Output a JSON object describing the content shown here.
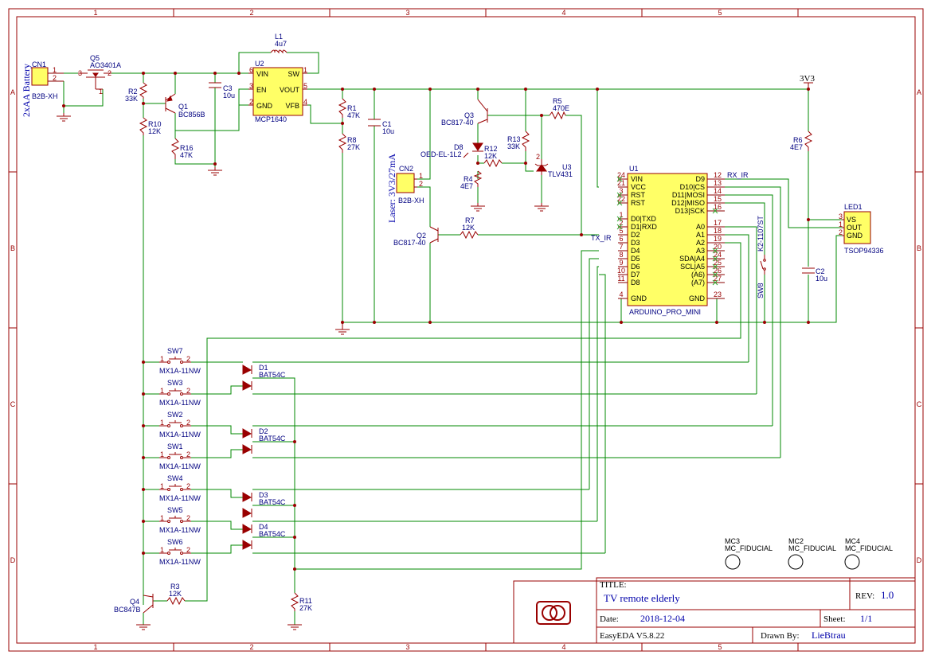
{
  "frame": {
    "cols": [
      "1",
      "2",
      "3",
      "4",
      "5"
    ],
    "rows": [
      "A",
      "B",
      "C",
      "D"
    ]
  },
  "title_block": {
    "title_label": "TITLE:",
    "title": "TV remote elderly",
    "rev_label": "REV:",
    "rev": "1.0",
    "date_label": "Date:",
    "date": "2018-12-04",
    "sheet_label": "Sheet:",
    "sheet": "1/1",
    "tool": "EasyEDA V5.8.22",
    "drawn_label": "Drawn By:",
    "drawn_by": "LieBtrau"
  },
  "notes": {
    "battery": "2xAA Battery",
    "laser": "Laser: 3V3/27mA"
  },
  "nets": {
    "v33": "3V3",
    "rx_ir": "RX_IR",
    "tx_ir": "TX_IR"
  },
  "parts": {
    "cn1": {
      "ref": "CN1",
      "val": "B2B-XH"
    },
    "q5": {
      "ref": "Q5",
      "val": "AO3401A"
    },
    "l1": {
      "ref": "L1",
      "val": "4u7"
    },
    "u2": {
      "ref": "U2",
      "val": "MCP1640",
      "pins": {
        "vin": "VIN",
        "sw": "SW",
        "en": "EN",
        "vout": "VOUT",
        "gnd": "GND",
        "vfb": "VFB"
      }
    },
    "r2": {
      "ref": "R2",
      "val": "33K"
    },
    "q1": {
      "ref": "Q1",
      "val": "BC856B"
    },
    "c3": {
      "ref": "C3",
      "val": "10u"
    },
    "r10": {
      "ref": "R10",
      "val": "12K"
    },
    "r16": {
      "ref": "R16",
      "val": "47K"
    },
    "r1": {
      "ref": "R1",
      "val": "47K"
    },
    "r8": {
      "ref": "R8",
      "val": "27K"
    },
    "c1": {
      "ref": "C1",
      "val": "10u"
    },
    "cn2": {
      "ref": "CN2",
      "val": "B2B-XH"
    },
    "q3": {
      "ref": "Q3",
      "val": "BC817-40"
    },
    "d8": {
      "ref": "D8",
      "val": "OED-EL-1L2"
    },
    "r12": {
      "ref": "R12",
      "val": "12K"
    },
    "r4": {
      "ref": "R4",
      "val": "4E7"
    },
    "r13": {
      "ref": "R13",
      "val": "33K"
    },
    "r5": {
      "ref": "R5",
      "val": "470E"
    },
    "u3": {
      "ref": "U3",
      "val": "TLV431"
    },
    "q2": {
      "ref": "Q2",
      "val": "BC817-40"
    },
    "r7": {
      "ref": "R7",
      "val": "12K"
    },
    "u1": {
      "ref": "U1",
      "val": "ARDUINO_PRO_MINI"
    },
    "r6": {
      "ref": "R6",
      "val": "4E7"
    },
    "c2": {
      "ref": "C2",
      "val": "10u"
    },
    "led1": {
      "ref": "LED1",
      "val": "TSOP94336",
      "pins": {
        "vs": "VS",
        "out": "OUT",
        "gnd": "GND"
      }
    },
    "sw8": {
      "ref": "SW8",
      "val": "K2-1107ST"
    },
    "d1": {
      "ref": "D1",
      "val": "BAT54C"
    },
    "d2": {
      "ref": "D2",
      "val": "BAT54C"
    },
    "d3": {
      "ref": "D3",
      "val": "BAT54C"
    },
    "d4": {
      "ref": "D4",
      "val": "BAT54C"
    },
    "q4": {
      "ref": "Q4",
      "val": "BC847B"
    },
    "r3": {
      "ref": "R3",
      "val": "12K"
    },
    "r11": {
      "ref": "R11",
      "val": "27K"
    },
    "mc3": {
      "ref": "MC3",
      "val": "MC_FIDUCIAL"
    },
    "mc2": {
      "ref": "MC2",
      "val": "MC_FIDUCIAL"
    },
    "mc4": {
      "ref": "MC4",
      "val": "MC_FIDUCIAL"
    }
  },
  "switches": [
    {
      "ref": "SW7",
      "val": "MX1A-11NW"
    },
    {
      "ref": "SW3",
      "val": "MX1A-11NW"
    },
    {
      "ref": "SW2",
      "val": "MX1A-11NW"
    },
    {
      "ref": "SW1",
      "val": "MX1A-11NW"
    },
    {
      "ref": "SW4",
      "val": "MX1A-11NW"
    },
    {
      "ref": "SW5",
      "val": "MX1A-11NW"
    },
    {
      "ref": "SW6",
      "val": "MX1A-11NW"
    }
  ],
  "u1_left_pins": [
    {
      "num": "24",
      "name": "VIN"
    },
    {
      "num": "21",
      "name": "VCC"
    },
    {
      "num": "3",
      "name": "RST"
    },
    {
      "num": "22",
      "name": "RST"
    },
    {
      "num": "1",
      "name": "D0|TXD"
    },
    {
      "num": "2",
      "name": "D1|RXD"
    },
    {
      "num": "5",
      "name": "D2"
    },
    {
      "num": "6",
      "name": "D3"
    },
    {
      "num": "7",
      "name": "D4"
    },
    {
      "num": "8",
      "name": "D5"
    },
    {
      "num": "9",
      "name": "D6"
    },
    {
      "num": "10",
      "name": "D7"
    },
    {
      "num": "11",
      "name": "D8"
    },
    {
      "num": "4",
      "name": "GND"
    }
  ],
  "u1_right_pins": [
    {
      "num": "12",
      "name": "D9"
    },
    {
      "num": "13",
      "name": "D10|CS"
    },
    {
      "num": "14",
      "name": "D11|MOSI"
    },
    {
      "num": "15",
      "name": "D12|MISO"
    },
    {
      "num": "16",
      "name": "D13|SCK"
    },
    {
      "num": "17",
      "name": "A0"
    },
    {
      "num": "18",
      "name": "A1"
    },
    {
      "num": "19",
      "name": "A2"
    },
    {
      "num": "20",
      "name": "A3"
    },
    {
      "num": "24",
      "name": "SDA|A4"
    },
    {
      "num": "25",
      "name": "SCL|A5"
    },
    {
      "num": "26",
      "name": "(A6)"
    },
    {
      "num": "27",
      "name": "(A7)"
    },
    {
      "num": "23",
      "name": "GND"
    }
  ],
  "pin_numbers": {
    "p1": "1",
    "p2": "2",
    "p3": "3",
    "p4": "4",
    "p5": "5",
    "p6": "6"
  }
}
